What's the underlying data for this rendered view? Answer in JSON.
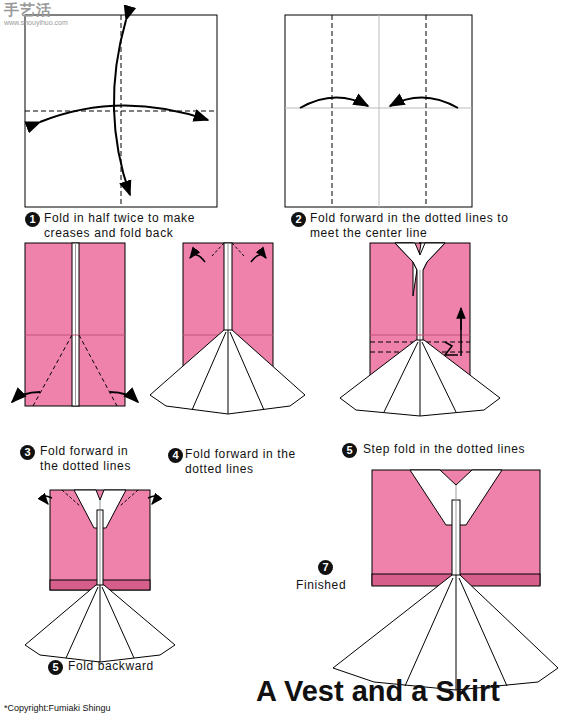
{
  "diagram": {
    "title": "A Vest and a Skirt",
    "labels": [
      "手艺活",
      "www.shouyihuo.com",
      "1",
      "Fold in half twice to make creases and fold back",
      "2",
      "Fold forward in the dotted lines to meet the center line",
      "3",
      "Fold forward in the dotted lines",
      "4",
      "Fold forward in the dotted lines",
      "5",
      "Step fold in the dotted lines",
      "5",
      "Fold backward",
      "7",
      "Finished",
      "*Copyright:Fumiaki Shingu"
    ]
  }
}
